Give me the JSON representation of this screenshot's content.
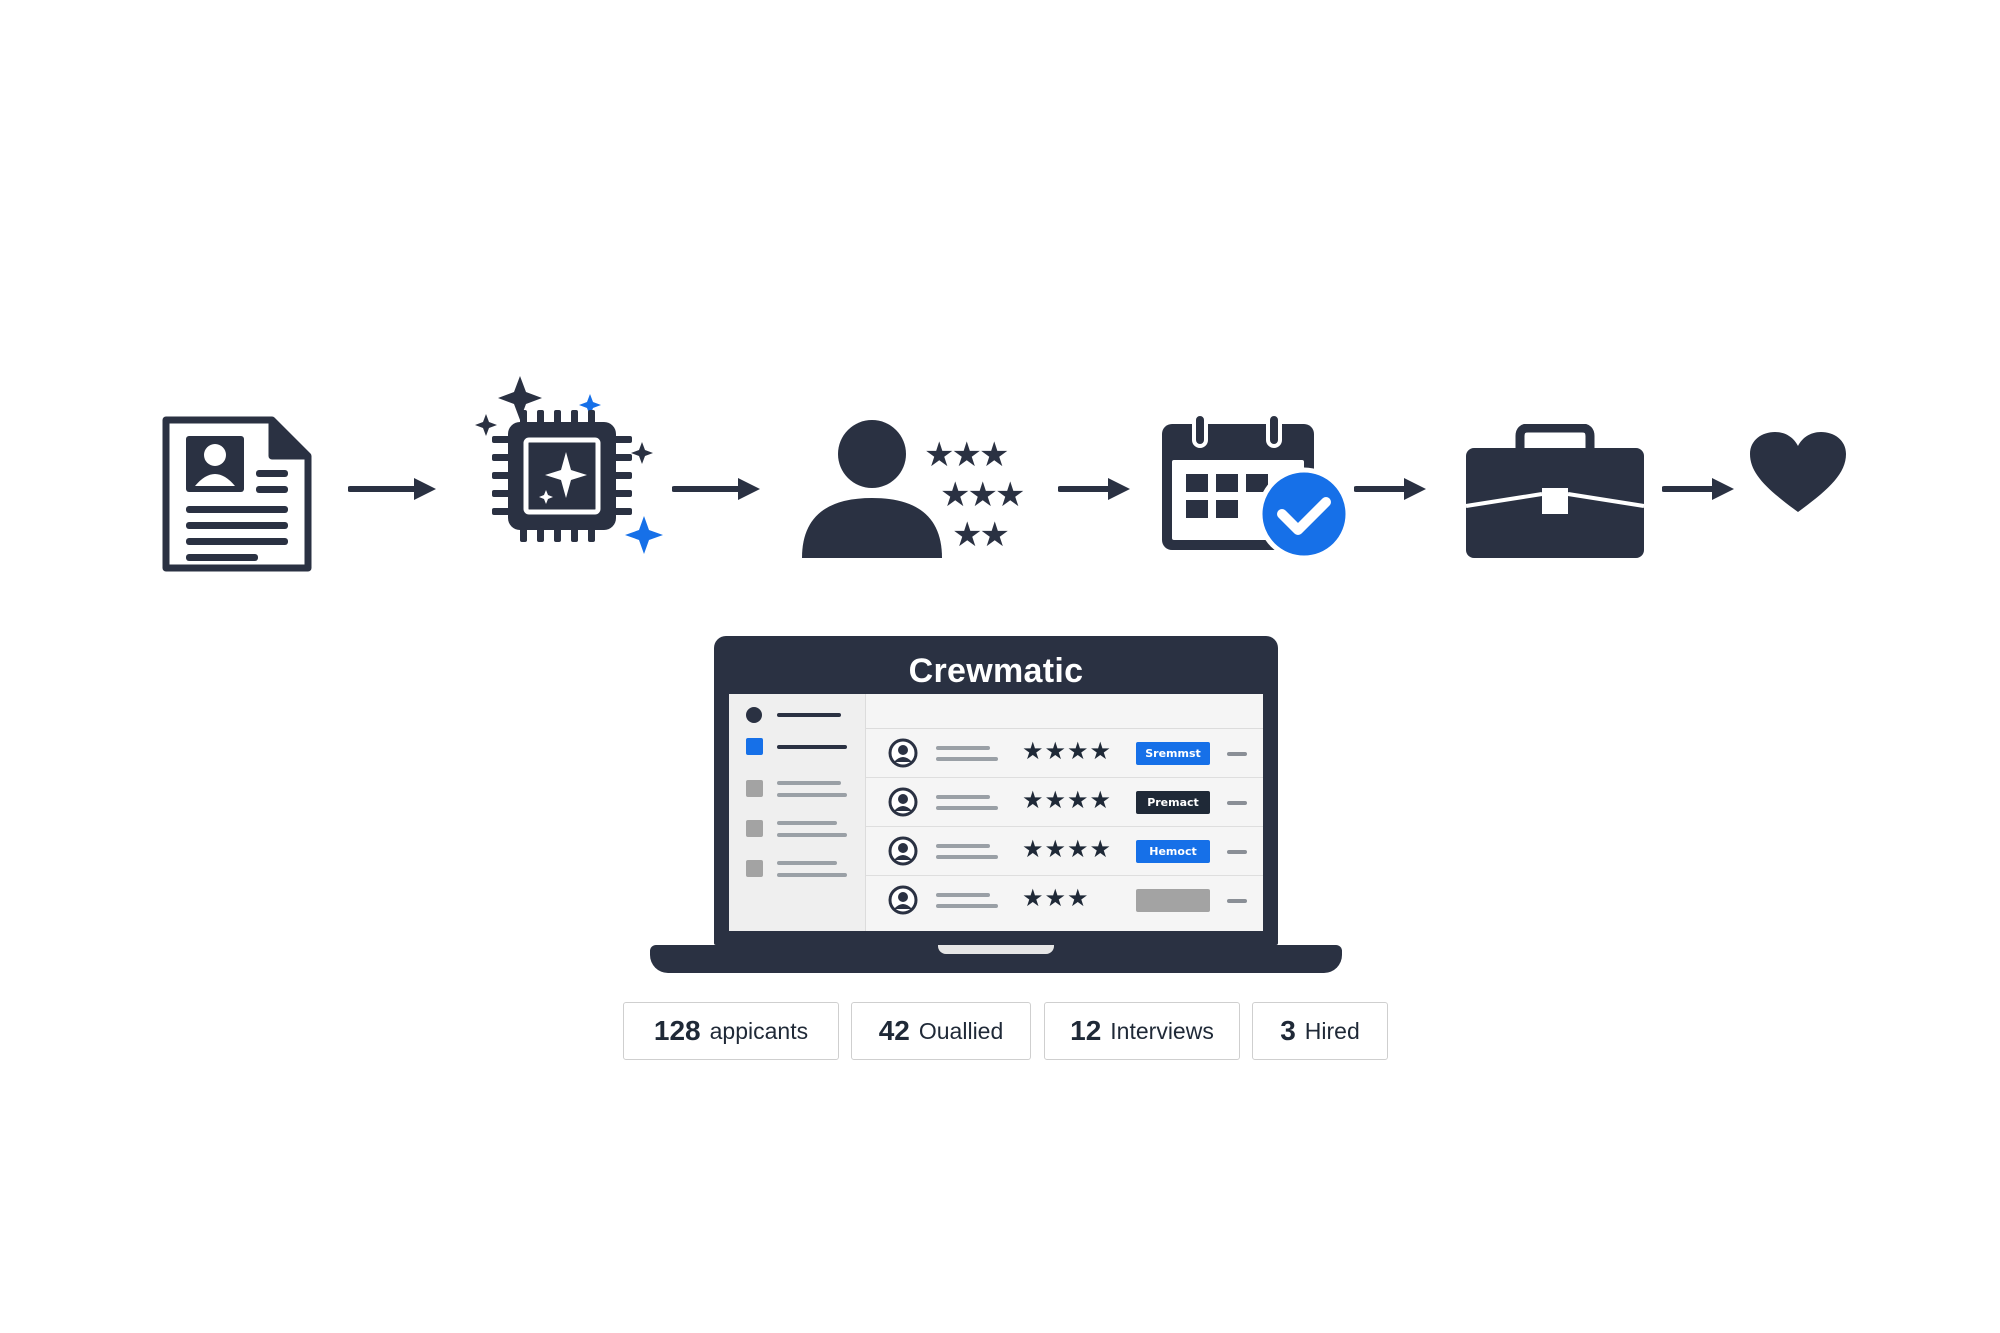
{
  "colors": {
    "navy": "#2a3142",
    "accent_blue": "#1670e8",
    "badge_dark": "#1f2937",
    "badge_gray": "#a3a3a3"
  },
  "flow": {
    "steps": [
      {
        "icon": "resume-document-icon"
      },
      {
        "icon": "ai-chip-sparkle-icon"
      },
      {
        "icon": "candidate-rating-icon"
      },
      {
        "icon": "calendar-check-icon"
      },
      {
        "icon": "briefcase-icon"
      },
      {
        "icon": "heart-icon"
      }
    ],
    "arrow_icon": "arrow-right-icon"
  },
  "app": {
    "title": "Crewmatic",
    "rows": [
      {
        "stars": "★★★★",
        "rating": 4,
        "badge": "Sremmst",
        "badge_color": "#1670e8"
      },
      {
        "stars": "★★★★",
        "rating": 4,
        "badge": "Premact",
        "badge_color": "#1f2937"
      },
      {
        "stars": "★★★★",
        "rating": 4,
        "badge": "Hemoct",
        "badge_color": "#1670e8"
      },
      {
        "stars": "★★★",
        "rating": 3,
        "badge": "",
        "badge_color": "#a3a3a3"
      }
    ]
  },
  "stats": [
    {
      "value": "128",
      "label": "appicants"
    },
    {
      "value": "42",
      "label": "Ouallied"
    },
    {
      "value": "12",
      "label": "Interviews"
    },
    {
      "value": "3",
      "label": "Hired"
    }
  ]
}
